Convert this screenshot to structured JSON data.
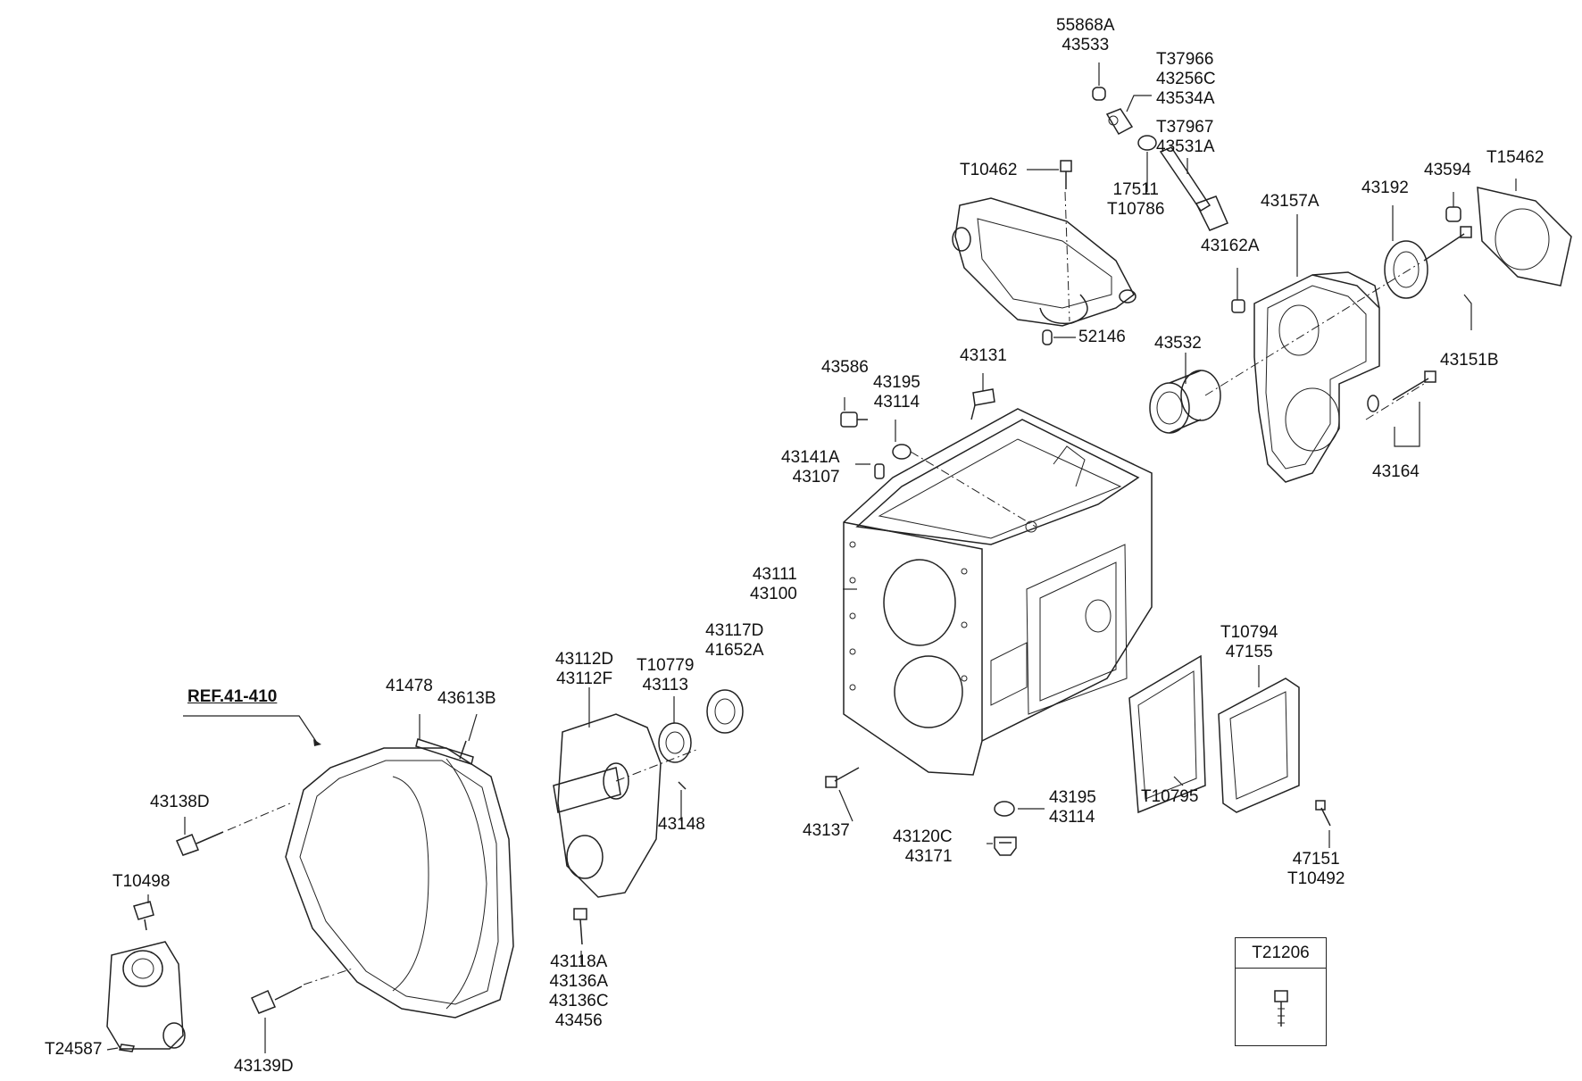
{
  "ref_label": "REF.41-410",
  "legend_box": {
    "title": "T21206"
  },
  "labels": {
    "l55868A": "55868A",
    "l43533": "43533",
    "lT37966": "T37966",
    "l43256C": "43256C",
    "l43534A": "43534A",
    "lT37967": "T37967",
    "l43531A": "43531A",
    "lT10462": "T10462",
    "l17511": "17511",
    "lT10786": "T10786",
    "l43157A": "43157A",
    "l43192": "43192",
    "l43594": "43594",
    "lT15462": "T15462",
    "l43162A": "43162A",
    "l52146": "52146",
    "l43532": "43532",
    "l43151B": "43151B",
    "l43586": "43586",
    "l43195a": "43195",
    "l43114a": "43114",
    "l43131": "43131",
    "l43164": "43164",
    "l43141A": "43141A",
    "l43107": "43107",
    "l43111": "43111",
    "l43100": "43100",
    "lT10794": "T10794",
    "l47155": "47155",
    "l43117D": "43117D",
    "l41652A": "41652A",
    "l43112D": "43112D",
    "l43112F": "43112F",
    "lT10779": "T10779",
    "l43113": "43113",
    "l41478": "41478",
    "l43613B": "43613B",
    "l43138D": "43138D",
    "l43148": "43148",
    "l43137": "43137",
    "l43195b": "43195",
    "l43114b": "43114",
    "l43120C": "43120C",
    "l43171": "43171",
    "lT10795": "T10795",
    "l47151": "47151",
    "lT10492": "T10492",
    "lT10498": "T10498",
    "l43118A": "43118A",
    "l43136A": "43136A",
    "l43136C": "43136C",
    "l43456": "43456",
    "lT24587": "T24587",
    "l43139D": "43139D"
  }
}
